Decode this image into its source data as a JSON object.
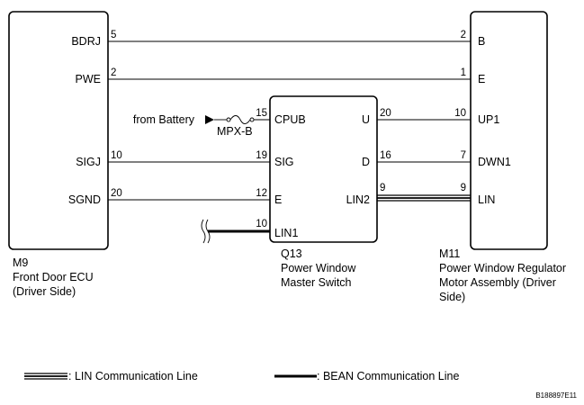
{
  "m9": {
    "connector": "M9",
    "name_line1": "Front Door ECU",
    "name_line2": "(Driver Side)",
    "terminals": {
      "bdrj": "BDRJ",
      "pwe": "PWE",
      "sigj": "SIGJ",
      "sgnd": "SGND"
    },
    "pins": {
      "bdrj": "5",
      "pwe": "2",
      "sigj": "10",
      "sgnd": "20"
    }
  },
  "q13": {
    "connector": "Q13",
    "name_line1": "Power Window",
    "name_line2": "Master Switch",
    "terminals": {
      "cpub": "CPUB",
      "sig": "SIG",
      "e": "E",
      "lin1": "LIN1",
      "u": "U",
      "d": "D",
      "lin2": "LIN2"
    },
    "pins": {
      "cpub": "15",
      "sig": "19",
      "e": "12",
      "lin1": "10",
      "u": "20",
      "d": "16",
      "lin2": "9"
    }
  },
  "m11": {
    "connector": "M11",
    "name_line1": "Power Window Regulator",
    "name_line2": "Motor Assembly (Driver",
    "name_line3": "Side)",
    "terminals": {
      "b": "B",
      "e": "E",
      "up1": "UP1",
      "dwn1": "DWN1",
      "lin": "LIN"
    },
    "pins": {
      "b": "2",
      "e": "1",
      "up1": "10",
      "dwn1": "7",
      "lin": "9"
    }
  },
  "power_source": {
    "label": "from Battery",
    "fuse": "MPX-B"
  },
  "legend": {
    "lin_line": ": LIN Communication Line",
    "bean_line": ": BEAN Communication Line"
  },
  "figure_code": "B188897E11"
}
